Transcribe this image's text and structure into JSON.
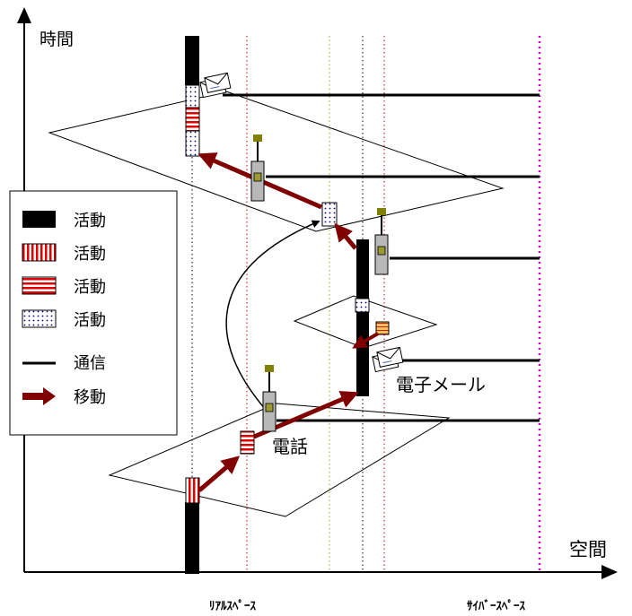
{
  "axes": {
    "y_label": "時間",
    "x_label": "空間"
  },
  "space_labels": {
    "real": "ﾘｱﾙｽﾍﾟｰｽ",
    "cyber": "ｻｲﾊﾞｰｽﾍﾟｰｽ"
  },
  "annotations": {
    "phone": "電話",
    "email": "電子メール"
  },
  "legend": [
    {
      "pattern": "solid-black",
      "label": "活動"
    },
    {
      "pattern": "vertical-red-stripes",
      "label": "活動"
    },
    {
      "pattern": "horizontal-red-stripes",
      "label": "活動"
    },
    {
      "pattern": "blue-dots",
      "label": "活動"
    },
    {
      "pattern": "line",
      "label": "通信"
    },
    {
      "pattern": "arrow",
      "label": "移動"
    }
  ],
  "colors": {
    "axis": "#000000",
    "movement_arrow": "#800000",
    "red_stripe": "#e00000",
    "blue_dot": "#00008b",
    "dotted_red": "#cc0000",
    "dotted_olive": "#a0a020",
    "cyber_line": "#cc00cc",
    "phone_body": "#b8b8b8",
    "phone_antenna": "#808000",
    "phone_screen": "#9a9a30"
  }
}
